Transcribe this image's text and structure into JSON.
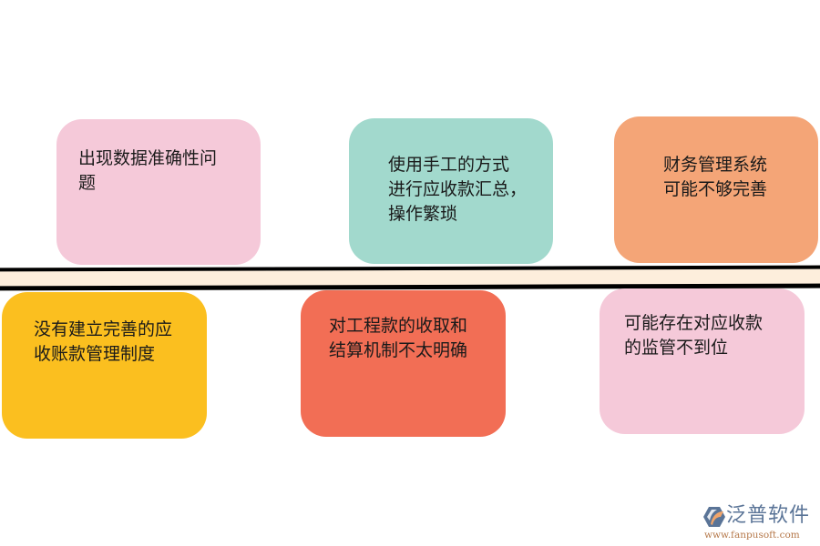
{
  "diagram": {
    "divider": {
      "fill_color": "#fdeedc",
      "line_color": "#000000"
    },
    "top_items": [
      {
        "text": "出现数据准确性问\n题",
        "color": "#f5c9d9"
      },
      {
        "text": "使用手工的方式\n进行应收款汇总，\n操作繁琐",
        "color": "#a2d9cd"
      },
      {
        "text": "财务管理系统\n可能不够完善",
        "color": "#f4a577"
      }
    ],
    "bottom_items": [
      {
        "text": "没有建立完善的应\n收账款管理制度",
        "color": "#fbbf1f"
      },
      {
        "text": "对工程款的收取和\n结算机制不太明确",
        "color": "#f26e55"
      },
      {
        "text": "可能存在对应收款\n的监管不到位",
        "color": "#f5c9d9"
      }
    ]
  },
  "watermark": {
    "icon": "fanpu-logo-icon",
    "name": "泛普软件",
    "url": "www.fanpusoft.com",
    "name_color": "#5a7497",
    "url_color": "#b5784a"
  }
}
